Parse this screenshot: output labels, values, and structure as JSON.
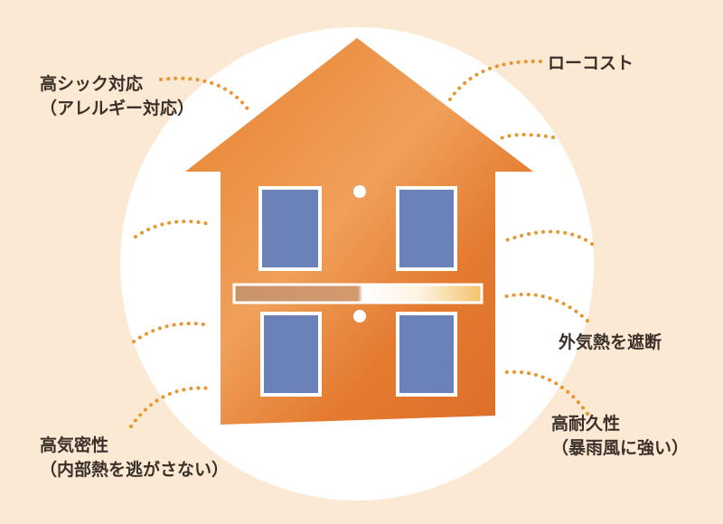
{
  "labels": {
    "sick_house": {
      "line1": "高シック対応",
      "line2": "（アレルギー対応）"
    },
    "low_cost": {
      "line1": "ローコスト"
    },
    "airtight": {
      "line1": "高気密性",
      "line2": "（内部熱を逃がさない）"
    },
    "heat_block": {
      "line1": "外気熱を遮断"
    },
    "durability": {
      "line1": "高耐久性",
      "line2": "（暴雨風に強い）"
    }
  },
  "colors": {
    "background": "#fbe9d4",
    "circle": "#ffffff",
    "house_orange": "#e3782f",
    "house_light": "#f2a660",
    "window_blue": "#6b82b8",
    "dots": "#e8962f",
    "text": "#3a3028"
  }
}
